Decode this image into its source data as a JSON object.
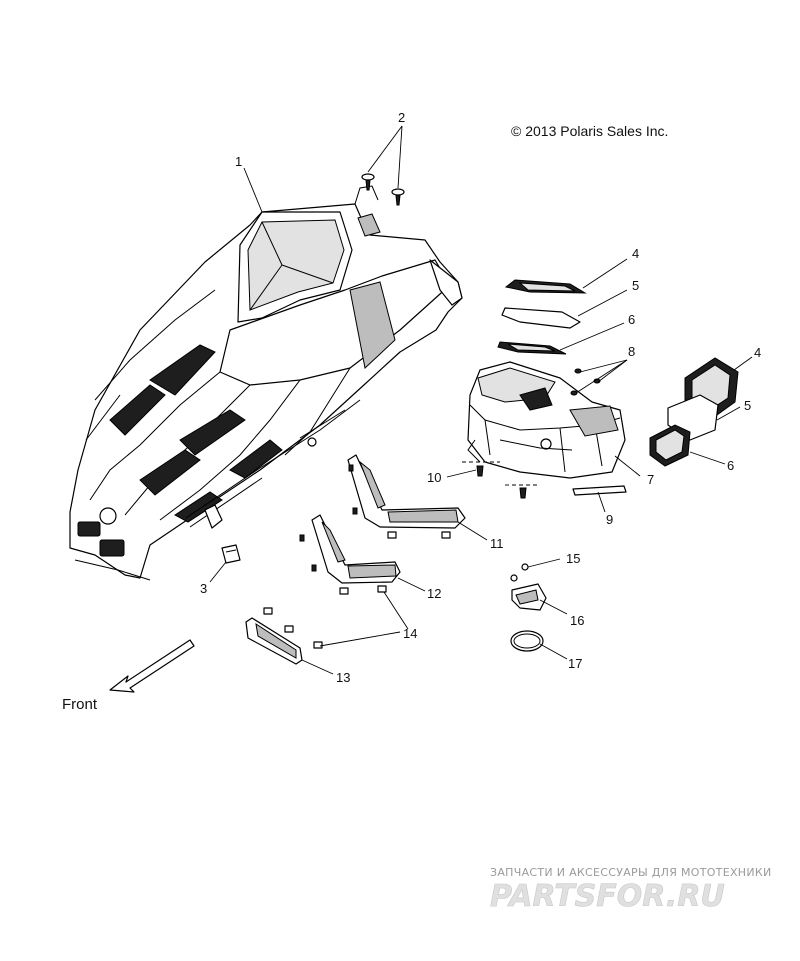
{
  "copyright": "© 2013 Polaris Sales Inc.",
  "front_label": "Front",
  "watermark": {
    "tagline": "ЗАПЧАСТИ И АКСЕССУАРЫ ДЛЯ МОТОТЕХНИКИ",
    "brand": "PARTSFOR.RU"
  },
  "callouts": [
    "1",
    "2",
    "3",
    "4",
    "4",
    "5",
    "5",
    "6",
    "6",
    "7",
    "8",
    "9",
    "10",
    "11",
    "12",
    "13",
    "14",
    "15",
    "16",
    "17"
  ]
}
